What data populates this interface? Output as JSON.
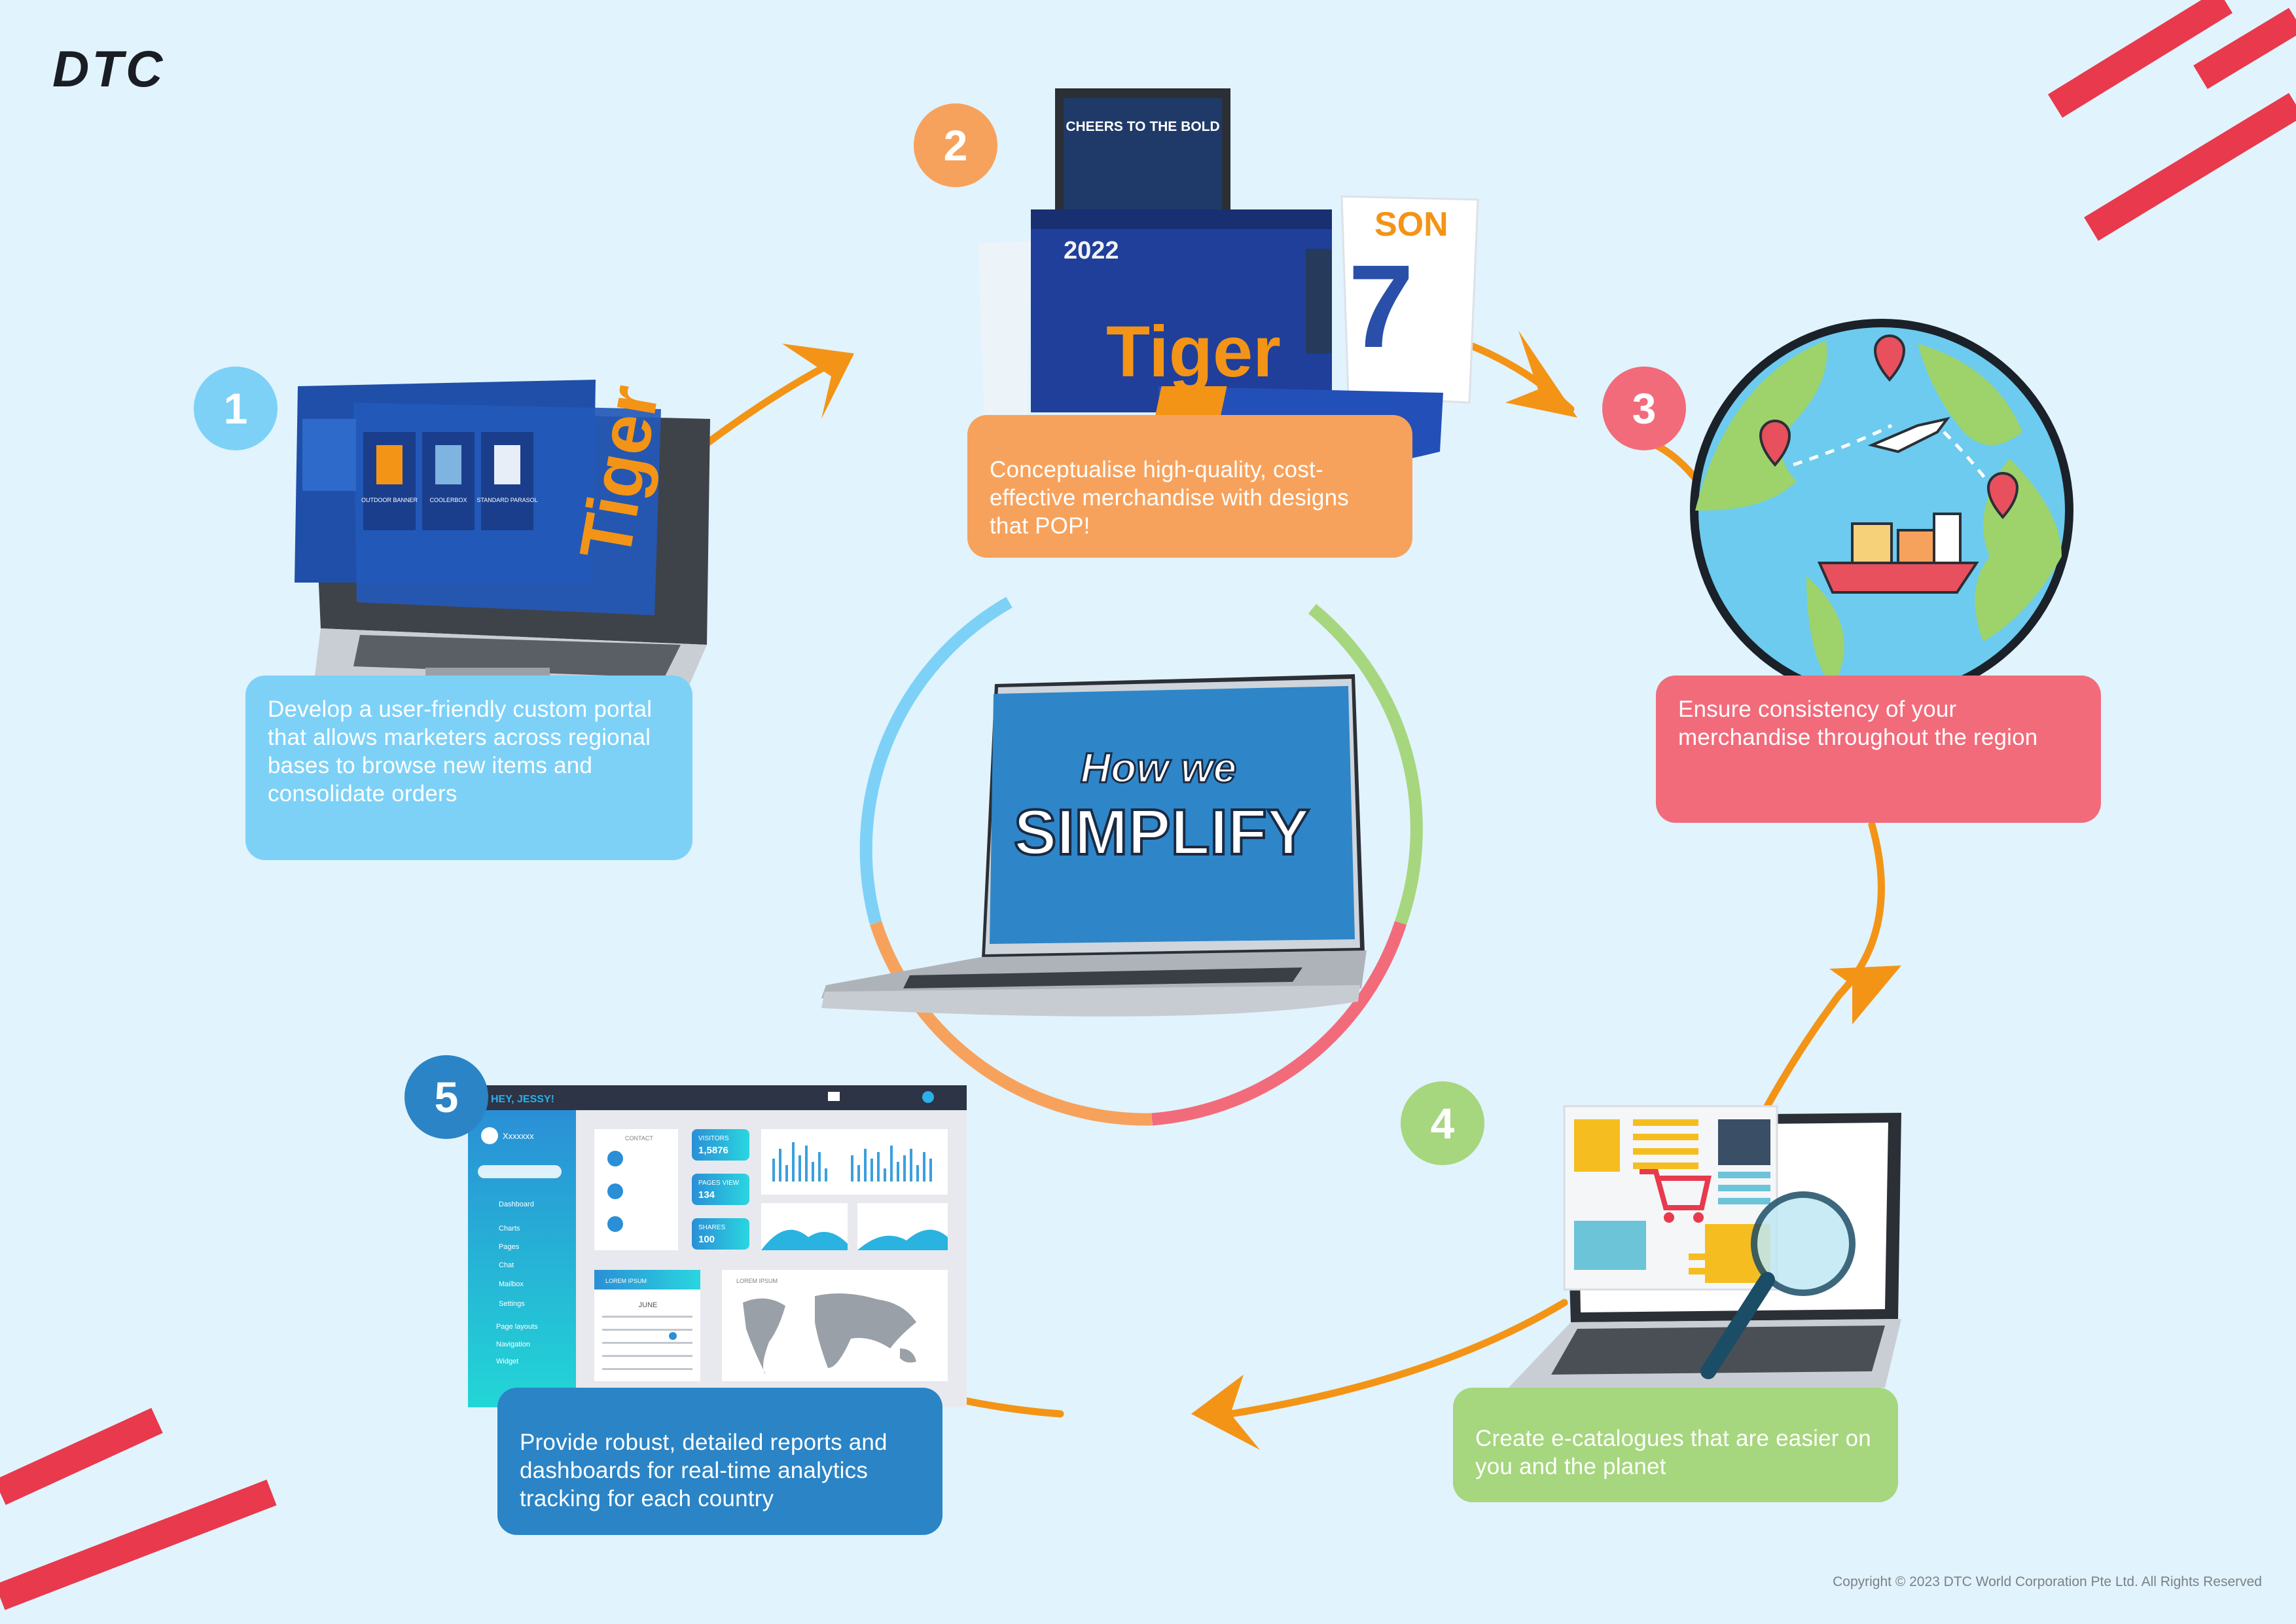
{
  "brand": {
    "logo_text": "DTC"
  },
  "center": {
    "line1": "How we",
    "line2": "SIMPLIFY"
  },
  "colors": {
    "background": "#e1f3fc",
    "accent_red": "#e8394d",
    "orange": "#f7a25c",
    "arrow": "#f39416",
    "blue_light": "#7dd1f7",
    "red_soft": "#f26b7b",
    "green": "#a6d67e",
    "blue_dark": "#2a84c6"
  },
  "steps": [
    {
      "number": "1",
      "text": "Develop a user-friendly custom portal that allows marketers across regional bases to browse new items and consolidate orders"
    },
    {
      "number": "2",
      "text": "Conceptualise high-quality, cost-effective merchandise with designs that POP!"
    },
    {
      "number": "3",
      "text": "Ensure consistency of your merchandise throughout the region"
    },
    {
      "number": "4",
      "text": "Create e-catalogues that are easier on you and the planet"
    },
    {
      "number": "5",
      "text": "Provide robust, detailed reports and dashboards for real-time analytics tracking for each country"
    }
  ],
  "merch": {
    "tv_title": "CHEERS TO THE BOLD",
    "jersey_name": "SON",
    "jersey_number": "7",
    "year": "2022",
    "brand_word": "Tiger"
  },
  "portal": {
    "products": [
      {
        "name": "OUTDOOR BANNER"
      },
      {
        "name": "COOLERBOX"
      },
      {
        "name": "STANDARD PARASOL"
      }
    ]
  },
  "dashboard": {
    "greeting": "HEY, JESSY!",
    "user": "Xxxxxxx",
    "menu": [
      "Dashboard",
      "Charts",
      "Pages",
      "Chat",
      "Mailbox",
      "Settings",
      "Page layouts",
      "Navigation",
      "Widget"
    ],
    "contact_title": "CONTACT",
    "stats": [
      {
        "label": "VISITORS",
        "value": "1,5876"
      },
      {
        "label": "PAGES VIEW",
        "value": "134"
      },
      {
        "label": "SHARES",
        "value": "100"
      }
    ],
    "calendar_title": "LOREM IPSUM",
    "calendar_month": "JUNE",
    "map_title": "LOREM IPSUM"
  },
  "copyright": "Copyright © 2023 DTC World Corporation Pte Ltd. All Rights Reserved"
}
